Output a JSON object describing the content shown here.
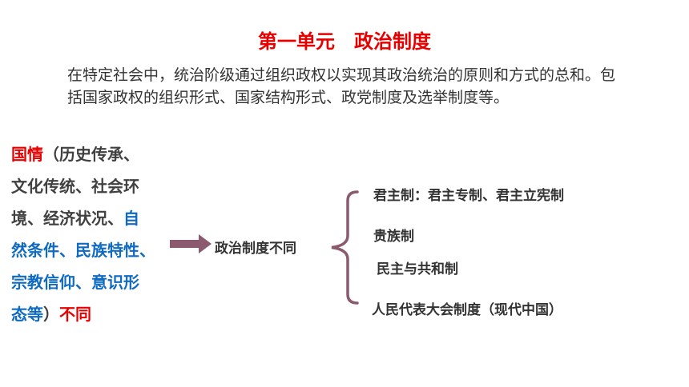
{
  "title": {
    "part1": "第一单元",
    "part2": "政治制度"
  },
  "definition": "在特定社会中，统治阶级通过组织政权以实现其政治统治的原则和方式的总和。包括国家政权的组织形式、国家结构形式、政党制度及选举制度等。",
  "left_block": {
    "keyword": "国情",
    "line1_rest": "（历史传承、",
    "line2": "文化传统、社会环",
    "line3_dark": "境、经济状况、",
    "line3_blue": "自",
    "line4": "然条件、民族特性、",
    "line5": "宗教信仰、意识形",
    "line6_blue": "态等",
    "line6_paren": "）",
    "line6_red": "不同"
  },
  "center_label": "政治制度不同",
  "branches": [
    "君主制：君主专制、君主立宪制",
    "贵族制",
    "民主与共和制",
    "人民代表大会制度（现代中国）"
  ],
  "colors": {
    "title": "#e60000",
    "keyword": "#e60000",
    "highlight_blue": "#0f6bc1",
    "arrow": "#8b5a6e",
    "brace": "#8b5a6e"
  }
}
